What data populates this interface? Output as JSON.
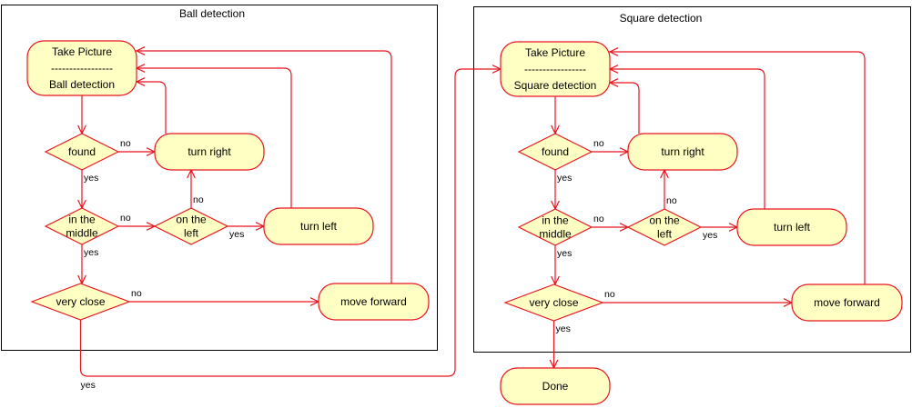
{
  "frames": [
    {
      "id": "ball",
      "title": "Ball detection"
    },
    {
      "id": "square",
      "title": "Square detection"
    }
  ],
  "nodes": {
    "ball_take_picture": {
      "lines": [
        "Take Picture",
        "-----------------",
        "Ball detection"
      ],
      "kind": "action"
    },
    "ball_found": {
      "lines": [
        "found"
      ],
      "kind": "decision"
    },
    "ball_turn_right": {
      "lines": [
        "turn right"
      ],
      "kind": "action"
    },
    "ball_in_middle": {
      "lines": [
        "in the",
        "middle"
      ],
      "kind": "decision"
    },
    "ball_on_left": {
      "lines": [
        "on the",
        "left"
      ],
      "kind": "decision"
    },
    "ball_turn_left": {
      "lines": [
        "turn left"
      ],
      "kind": "action"
    },
    "ball_very_close": {
      "lines": [
        "very close"
      ],
      "kind": "decision"
    },
    "ball_move_forward": {
      "lines": [
        "move forward"
      ],
      "kind": "action"
    },
    "sq_take_picture": {
      "lines": [
        "Take Picture",
        "-----------------",
        "Square detection"
      ],
      "kind": "action"
    },
    "sq_found": {
      "lines": [
        "found"
      ],
      "kind": "decision"
    },
    "sq_turn_right": {
      "lines": [
        "turn right"
      ],
      "kind": "action"
    },
    "sq_in_middle": {
      "lines": [
        "in the",
        "middle"
      ],
      "kind": "decision"
    },
    "sq_on_left": {
      "lines": [
        "on the",
        "left"
      ],
      "kind": "decision"
    },
    "sq_turn_left": {
      "lines": [
        "turn left"
      ],
      "kind": "action"
    },
    "sq_very_close": {
      "lines": [
        "very close"
      ],
      "kind": "decision"
    },
    "sq_move_forward": {
      "lines": [
        "move forward"
      ],
      "kind": "action"
    },
    "done": {
      "lines": [
        "Done"
      ],
      "kind": "action"
    }
  },
  "edges": [
    {
      "from": "ball_take_picture",
      "to": "ball_found",
      "label": ""
    },
    {
      "from": "ball_found",
      "to": "ball_turn_right",
      "label": "no"
    },
    {
      "from": "ball_found",
      "to": "ball_in_middle",
      "label": "yes"
    },
    {
      "from": "ball_in_middle",
      "to": "ball_on_left",
      "label": "no"
    },
    {
      "from": "ball_in_middle",
      "to": "ball_very_close",
      "label": "yes"
    },
    {
      "from": "ball_on_left",
      "to": "ball_turn_right",
      "label": "no"
    },
    {
      "from": "ball_on_left",
      "to": "ball_turn_left",
      "label": "yes"
    },
    {
      "from": "ball_very_close",
      "to": "ball_move_forward",
      "label": "no"
    },
    {
      "from": "ball_very_close",
      "to": "sq_take_picture",
      "label": "yes"
    },
    {
      "from": "ball_turn_right",
      "to": "ball_take_picture",
      "label": ""
    },
    {
      "from": "ball_turn_left",
      "to": "ball_take_picture",
      "label": ""
    },
    {
      "from": "ball_move_forward",
      "to": "ball_take_picture",
      "label": ""
    },
    {
      "from": "sq_take_picture",
      "to": "sq_found",
      "label": ""
    },
    {
      "from": "sq_found",
      "to": "sq_turn_right",
      "label": "no"
    },
    {
      "from": "sq_found",
      "to": "sq_in_middle",
      "label": "yes"
    },
    {
      "from": "sq_in_middle",
      "to": "sq_on_left",
      "label": "no"
    },
    {
      "from": "sq_in_middle",
      "to": "sq_very_close",
      "label": "yes"
    },
    {
      "from": "sq_on_left",
      "to": "sq_turn_right",
      "label": "no"
    },
    {
      "from": "sq_on_left",
      "to": "sq_turn_left",
      "label": "yes"
    },
    {
      "from": "sq_very_close",
      "to": "sq_move_forward",
      "label": "no"
    },
    {
      "from": "sq_very_close",
      "to": "done",
      "label": "yes"
    },
    {
      "from": "sq_turn_right",
      "to": "sq_take_picture",
      "label": ""
    },
    {
      "from": "sq_turn_left",
      "to": "sq_take_picture",
      "label": ""
    },
    {
      "from": "sq_move_forward",
      "to": "sq_take_picture",
      "label": ""
    }
  ],
  "colors": {
    "edge": "#e8141e",
    "node_fill": "#ffffc4",
    "frame": "#000000"
  }
}
